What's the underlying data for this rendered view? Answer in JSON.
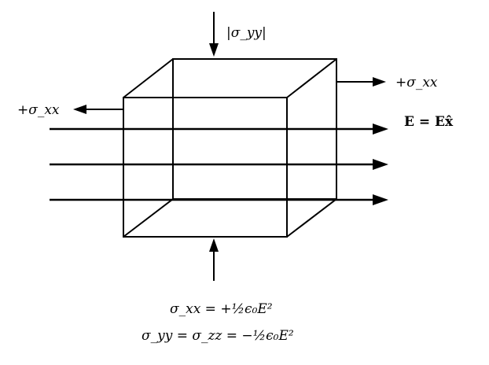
{
  "labels": {
    "top_stress": "|σ_yy|",
    "right_stress": "+σ_xx",
    "left_stress": "+σ_xx",
    "field_vector": "E = Ex̂",
    "eq_xx": "σ_xx = +½ϵ₀E²",
    "eq_yy_zz": "σ_yy = σ_zz = −½ϵ₀E²"
  },
  "field_line_count": 3
}
